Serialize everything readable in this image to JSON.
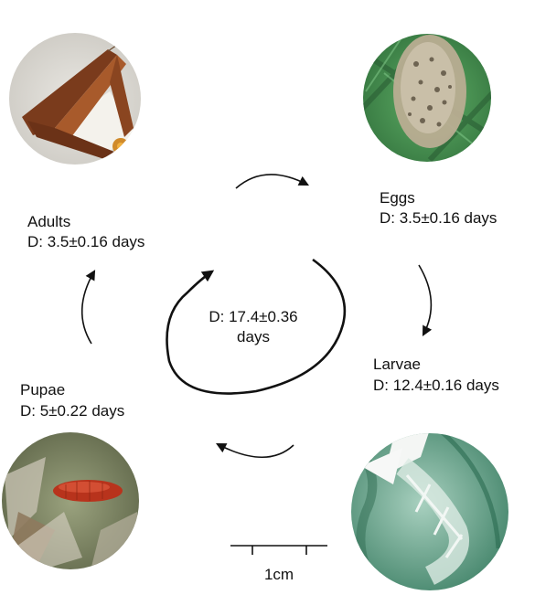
{
  "stages": {
    "adults": {
      "name": "Adults",
      "duration": "D: 3.5±0.16 days"
    },
    "eggs": {
      "name": "Eggs",
      "duration": "D: 3.5±0.16 days"
    },
    "larvae": {
      "name": "Larvae",
      "duration": "D: 12.4±0.16 days"
    },
    "pupae": {
      "name": "Pupae",
      "duration": "D: 5±0.22 days"
    }
  },
  "total": {
    "line1": "D: 17.4±0.36",
    "line2": "days"
  },
  "scale_bar": {
    "label": "1cm"
  },
  "colors": {
    "text": "#111111",
    "egg_leaf": "#3f8a4a",
    "egg_mass": "#b9ad92",
    "larva_leaf": "#5aa08a",
    "pupa_body": "#b8331c",
    "moth_brown": "#7a3b1c",
    "moth_white": "#f2efe8"
  },
  "icons": [
    "moth-photo",
    "egg-mass-photo",
    "larva-photo",
    "pupa-photo"
  ]
}
